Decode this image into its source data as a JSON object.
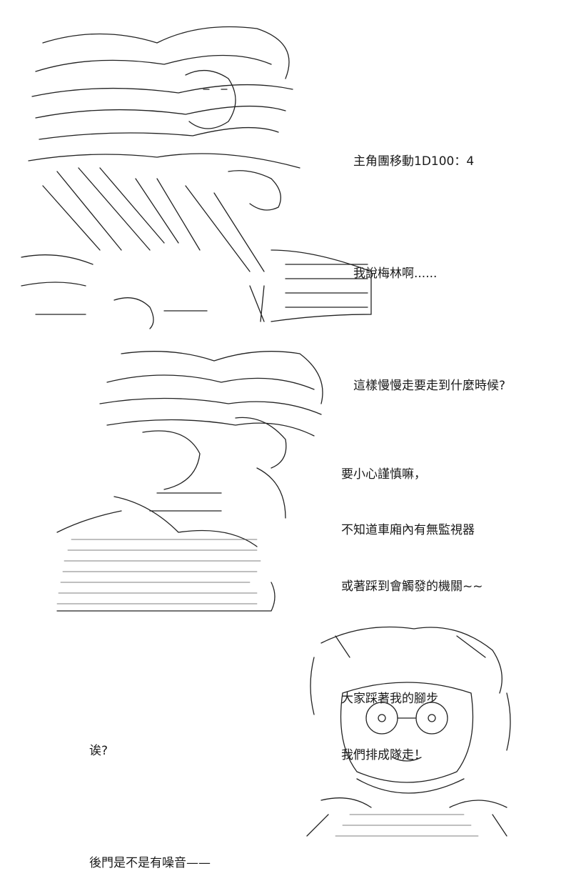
{
  "panels": [
    {
      "lines": [
        "主角團移動1D100：4",
        "",
        "我說梅林啊......",
        "",
        "這樣慢慢走要走到什麼時候?"
      ]
    },
    {
      "lines": [
        "要小心謹慎嘛，",
        "不知道車廂內有無監視器",
        "或著踩到會觸發的機關~~",
        "",
        "大家踩著我的腳步",
        "我們排成隊走！"
      ]
    },
    {
      "lines": [
        "诶?",
        "",
        "後門是不是有噪音——"
      ]
    }
  ]
}
